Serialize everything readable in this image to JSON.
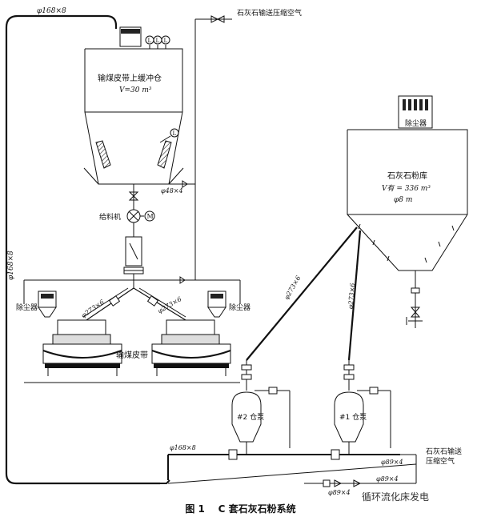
{
  "diagram": {
    "labels": {
      "d168_top": "φ168×8",
      "d168_left": "φ168×8",
      "air_top": "石灰石输送压缩空气",
      "buffer_bin": "输煤皮带上缓冲仓",
      "buffer_vol": "V=30 m³",
      "level": "L",
      "motor": "M",
      "feeder": "给料机",
      "d48": "φ48×4",
      "d273_a": "φ273×6",
      "d273_b": "φ273×6",
      "d273_c": "φ273×6",
      "d273_d": "φ273×6",
      "dust_left": "除尘器",
      "dust_mid": "除尘器",
      "dust_silo": "除尘器",
      "belt": "输煤皮带",
      "silo_name": "石灰石粉库",
      "silo_vol": "V有 = 336 m³",
      "silo_dia": "φ8 m",
      "pump2": "#2 仓泵",
      "pump1": "#1 仓泵",
      "d168_bottom": "φ168×8",
      "d89_a": "φ89×4",
      "d89_b": "φ89×4",
      "d89_c": "φ89×4",
      "air_right_1": "石灰石输送",
      "air_right_2": "压缩空气"
    }
  },
  "caption": {
    "fig": "图 1",
    "title": "C 套石灰石粉系统"
  },
  "watermark": "循环流化床发电"
}
